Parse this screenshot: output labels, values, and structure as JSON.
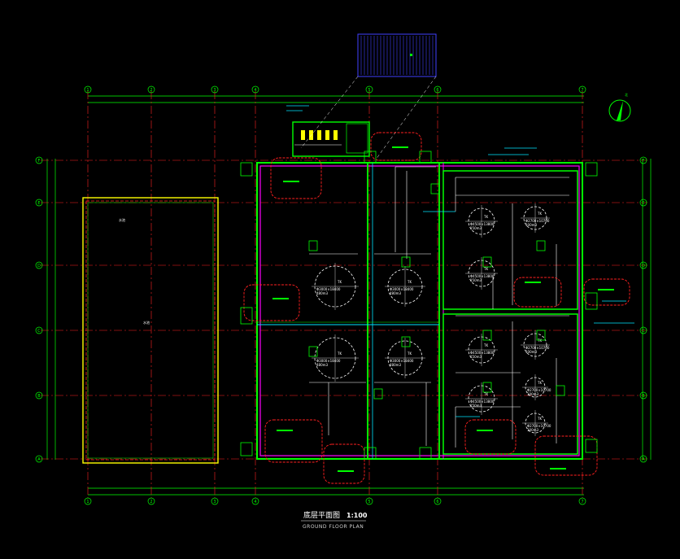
{
  "drawing": {
    "title_cn": "底层平面图",
    "title_scale": "1:100",
    "title_en": "GROUND FLOOR PLAN",
    "north_label": "北"
  },
  "grid": {
    "columns": [
      "1",
      "2",
      "3",
      "4",
      "5",
      "6",
      "7"
    ],
    "rows": [
      "A",
      "B",
      "C",
      "D",
      "E",
      "F"
    ]
  },
  "tanks": [
    {
      "label": "TK",
      "spec": "Φ3000×18400",
      "vol": "480m3"
    },
    {
      "label": "TK",
      "spec": "Φ3000×18400",
      "vol": "480m3"
    },
    {
      "label": "TK",
      "spec": "Φ3000×18400",
      "vol": "480m3"
    },
    {
      "label": "TK",
      "spec": "Φ3000×18400",
      "vol": "480m3"
    },
    {
      "label": "TK",
      "spec": "Φ4500×13800",
      "vol": "150m3"
    },
    {
      "label": "TK",
      "spec": "Φ4500×13800",
      "vol": "150m3"
    },
    {
      "label": "TK",
      "spec": "Φ4500×13800",
      "vol": "150m3"
    },
    {
      "label": "TK",
      "spec": "Φ4500×13800",
      "vol": "150m3"
    },
    {
      "label": "TK",
      "spec": "Φ2700×10700",
      "vol": "100m3"
    },
    {
      "label": "TK",
      "spec": "Φ2700×10700",
      "vol": "100m3"
    },
    {
      "label": "TK",
      "spec": "Φ2700×10700",
      "vol": "100m3"
    },
    {
      "label": "TK",
      "spec": "Φ2700×10700",
      "vol": "100m3"
    }
  ],
  "colors": {
    "background": "#000000",
    "grid_axis": "#ff2020",
    "walls": "#00ff00",
    "magenta": "#ff00ff",
    "white_lines": "#ffffff",
    "cyan": "#00e5ff",
    "yellow": "#ffff00",
    "blue_hatch": "#4040ff"
  }
}
